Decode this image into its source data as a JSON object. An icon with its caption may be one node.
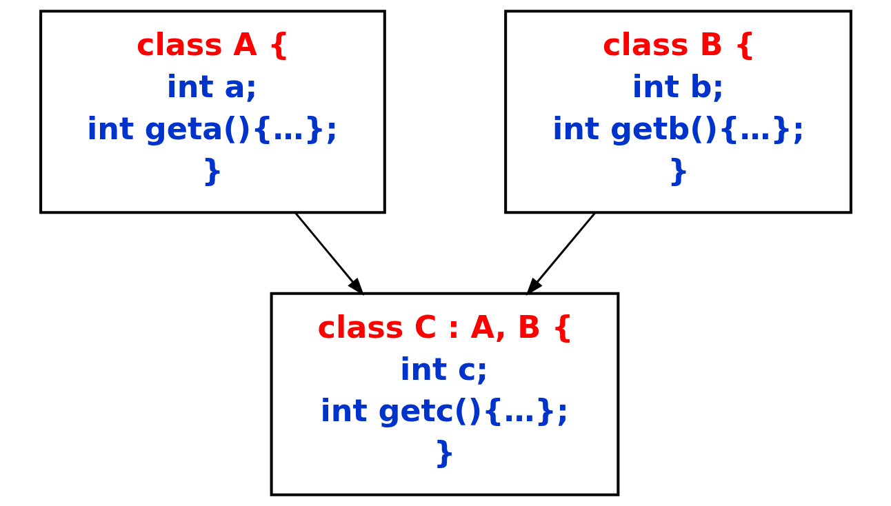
{
  "diagram": {
    "nodes": [
      {
        "text": [
          "class A {",
          "int a;",
          "int geta(){…};",
          "}"
        ]
      },
      {
        "text": [
          "class B {",
          "int b;",
          "int getb(){…};",
          "}"
        ]
      },
      {
        "text": [
          "class C : A, B {",
          "int c;",
          "int getc(){…};",
          "}"
        ]
      }
    ],
    "edges": [
      {
        "from": 0,
        "to": 2,
        "arrow": "to"
      },
      {
        "from": 1,
        "to": 2,
        "arrow": "to"
      }
    ]
  }
}
